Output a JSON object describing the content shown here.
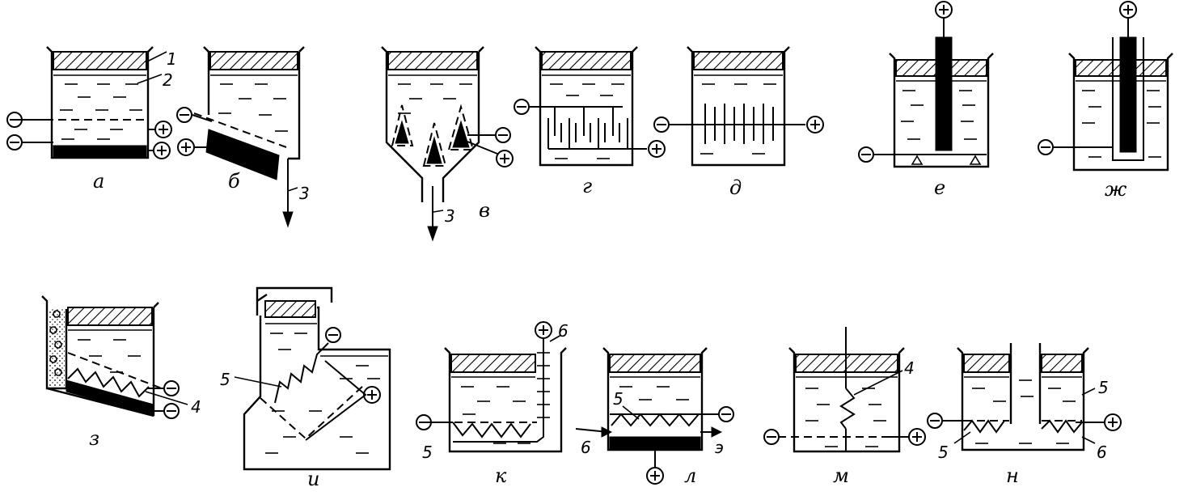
{
  "panels": {
    "a": "а",
    "b": "б",
    "v": "в",
    "g": "г",
    "d": "д",
    "e": "е",
    "zh": "ж",
    "z": "з",
    "i": "и",
    "k": "к",
    "l": "л",
    "m": "м",
    "n": "н"
  },
  "callouts": {
    "n1": "1",
    "n2": "2",
    "n3": "3",
    "n4": "4",
    "n5": "5",
    "n6": "6",
    "e": "э"
  },
  "signs": {
    "minus": "⊖",
    "plus": "⊕"
  }
}
